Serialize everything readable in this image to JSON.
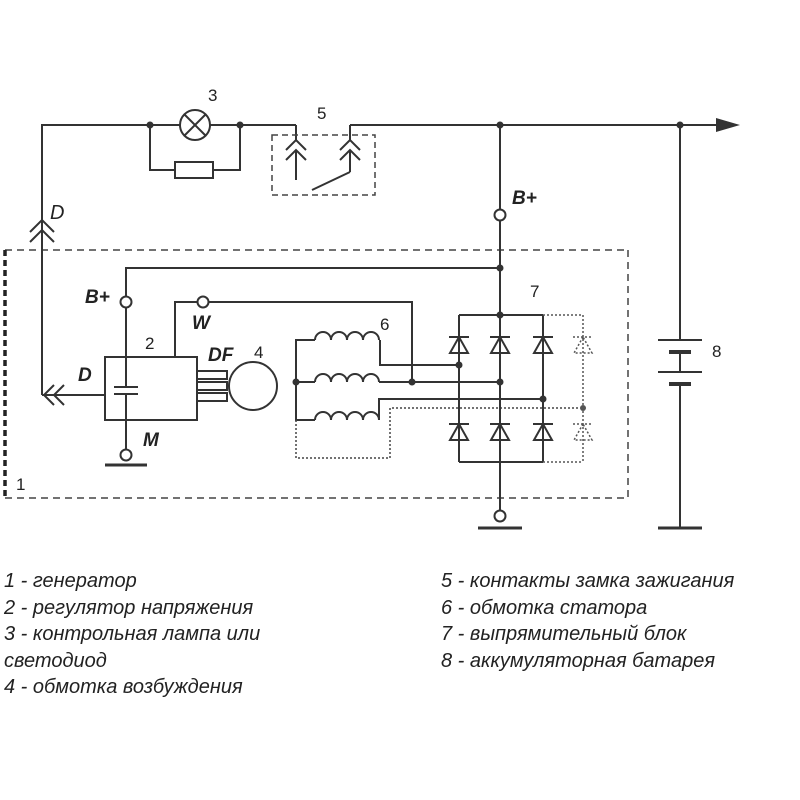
{
  "labels": {
    "d_top": "D",
    "b_plus_main": "B+",
    "b_plus_reg": "B+",
    "w": "W",
    "df": "DF",
    "d_reg": "D",
    "m": "M"
  },
  "numbers": {
    "n1": "1",
    "n2": "2",
    "n3": "3",
    "n4": "4",
    "n5": "5",
    "n6": "6",
    "n7": "7",
    "n8": "8"
  },
  "legend": {
    "left": [
      "1 - генератор",
      "2 - регулятор напряжения",
      "3 - контрольная лампа или",
      "светодиод",
      "4 - обмотка возбуждения"
    ],
    "right": [
      "5 - контакты замка зажигания",
      "6 - обмотка статора",
      "7 - выпрямительный блок",
      "8 - аккумуляторная батарея"
    ]
  }
}
